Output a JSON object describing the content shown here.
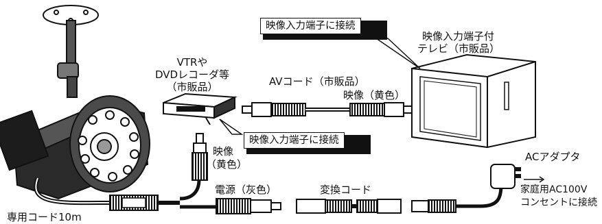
{
  "callouts": {
    "top": "映像入力端子に接続",
    "middle": "映像入力端子に接続"
  },
  "devices": {
    "vtr": [
      "VTRや",
      "DVDレコーダ等",
      "（市販品）"
    ],
    "tv": [
      "映像入力端子付",
      "テレビ（市販品）"
    ]
  },
  "cables": {
    "av_cord": "AVコード（市販品）",
    "video_yellow_right": "映像（黄色）",
    "video_yellow_vertical": [
      "映像",
      "（黄色）"
    ],
    "power_gray": "電源（灰色）",
    "conversion_cord": "変換コード",
    "dedicated_cord": "専用コード10m"
  },
  "adapter": {
    "title": "ACアダプタ",
    "instruction": [
      "家庭用AC100V",
      "コンセントに接続"
    ]
  }
}
